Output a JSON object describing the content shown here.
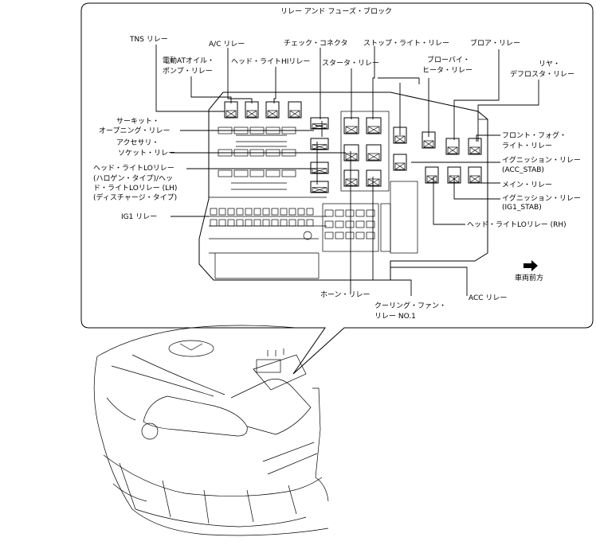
{
  "title": "リレー アンド フューズ・ブロック",
  "front_label": "車両前方",
  "labels": {
    "tns": "TNS リレー",
    "ac": "A/C リレー",
    "atoil1": "電動ATオイル・",
    "atoil2": "ポンプ・リレー",
    "headhi": "ヘッド・ライトHIリレー",
    "check": "チェック・コネクタ",
    "starter": "スタータ・リレー",
    "stop": "ストップ・ライト・リレー",
    "blowerby1": "ブローバイ・",
    "blowerby2": "ヒータ・リレー",
    "blower": "ブロア・リレー",
    "rear1": "リヤ・",
    "rear2": "デフロスタ・リレー",
    "circuit1": "サーキット・",
    "circuit2": "オープニング・リレー",
    "access1": "アクセサリ・",
    "access2": "ソケット・リレー",
    "headlo1": "ヘッド・ライトLOリレー",
    "headlo2": "(ハロゲン・タイプ)/ヘッ",
    "headlo3": "ド・ライトLOリレー (LH)",
    "headlo4": "(ディスチャージ・タイプ)",
    "ig1": "IG1 リレー",
    "fog1": "フロント・フォグ・",
    "fog2": "ライト・リレー",
    "accstab1": "イグニッション・リレー",
    "accstab2": "(ACC_STAB)",
    "main": "メイン・リレー",
    "ig1stab1": "イグニッション・リレー",
    "ig1stab2": "(IG1_STAB)",
    "headlorh": "ヘッド・ライトLOリレー (RH)",
    "acc": "ACC リレー",
    "horn": "ホーン・リレー",
    "cool1": "クーリング・ファン・",
    "cool2": "リレー NO.1"
  }
}
